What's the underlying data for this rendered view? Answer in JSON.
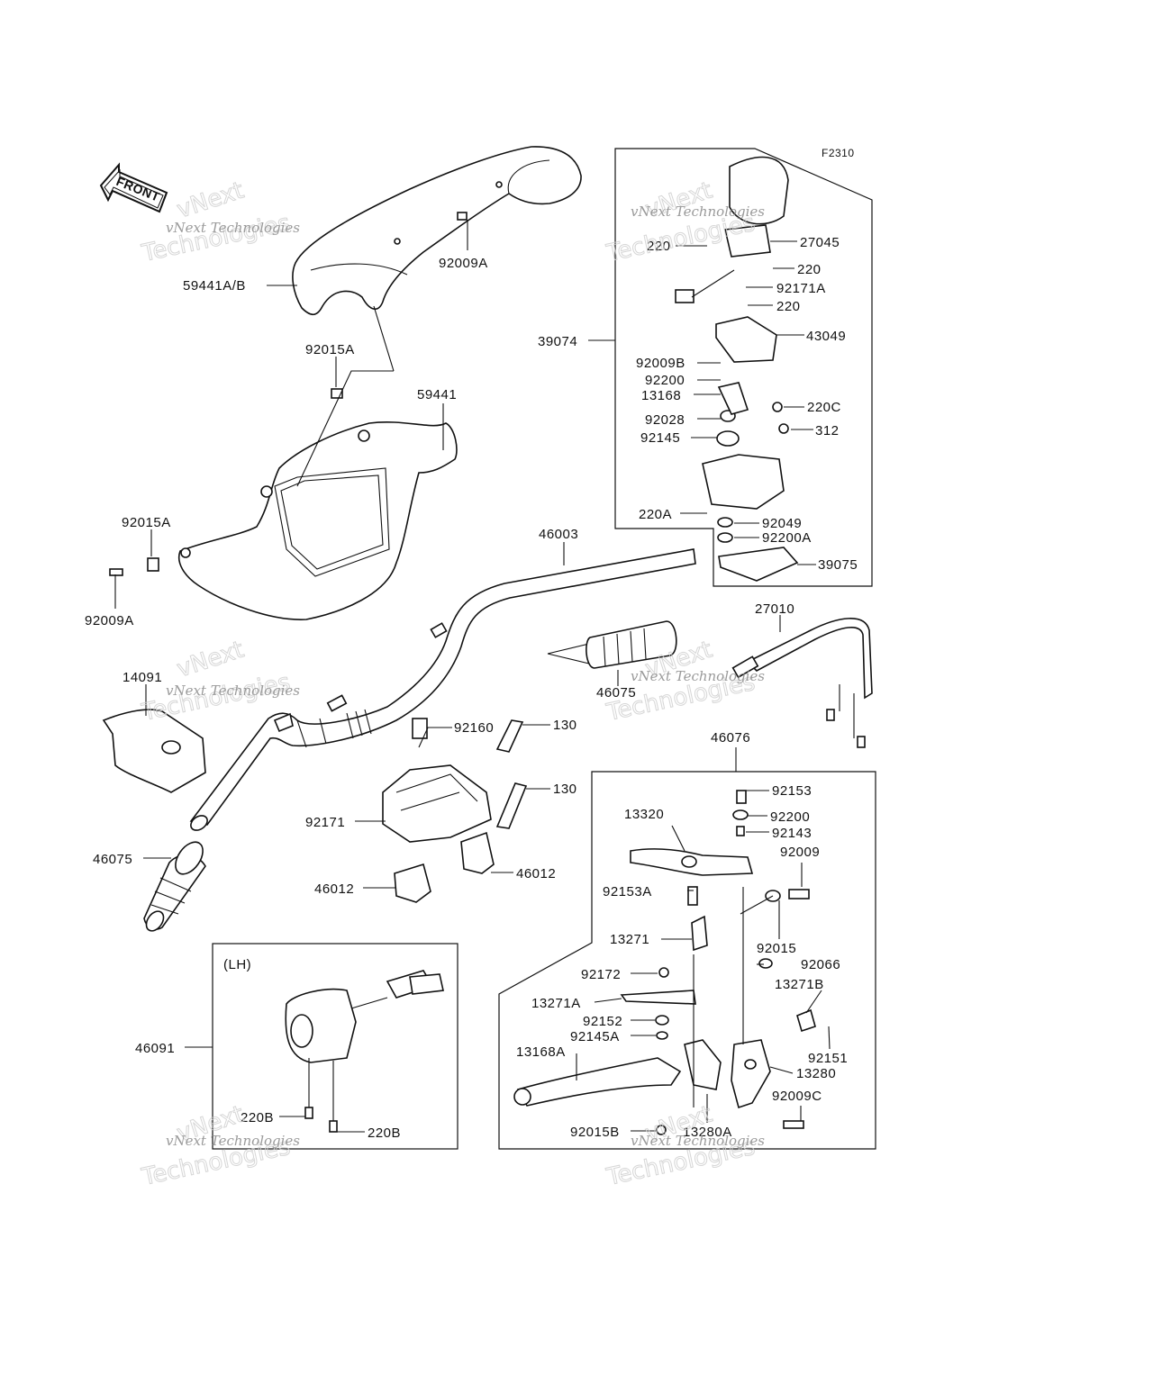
{
  "diagram_code": "F2310",
  "front_arrow": {
    "label": "FRONT"
  },
  "box_labels": {
    "lh": "(LH)"
  },
  "watermark": {
    "line1": "vNext Technologies",
    "big1": "vNext",
    "big2": "Technologies"
  },
  "labels": {
    "p59441ab": "59441A/B",
    "p92009a_top": "92009A",
    "p92015a_top": "92015A",
    "p59441": "59441",
    "p92015a_left": "92015A",
    "p92009a_left": "92009A",
    "p46003": "46003",
    "p39074": "39074",
    "p220_1": "220",
    "p27045": "27045",
    "p220_2": "220",
    "p92171a": "92171A",
    "p220_3": "220",
    "p43049": "43049",
    "p92009b": "92009B",
    "p92200": "92200",
    "p13168": "13168",
    "p220c": "220C",
    "p92028": "92028",
    "p312": "312",
    "p92145": "92145",
    "p220a": "220A",
    "p92049": "92049",
    "p92200a": "92200A",
    "p39075": "39075",
    "p27010": "27010",
    "p46075_top": "46075",
    "p14091": "14091",
    "p92160": "92160",
    "p130_1": "130",
    "p130_2": "130",
    "p92171": "92171",
    "p46012_l": "46012",
    "p46012_r": "46012",
    "p46075_left": "46075",
    "p46076": "46076",
    "p92153": "92153",
    "p13320": "13320",
    "p92200b": "92200",
    "p92143": "92143",
    "p92009": "92009",
    "p92153a": "92153A",
    "p13271": "13271",
    "p92015": "92015",
    "p92066": "92066",
    "p92172": "92172",
    "p13271b": "13271B",
    "p13271a": "13271A",
    "p92152": "92152",
    "p92145a": "92145A",
    "p92151": "92151",
    "p13168a": "13168A",
    "p13280": "13280",
    "p92009c": "92009C",
    "p92015b": "92015B",
    "p13280a": "13280A",
    "p46091": "46091",
    "p220b_1": "220B",
    "p220b_2": "220B"
  }
}
